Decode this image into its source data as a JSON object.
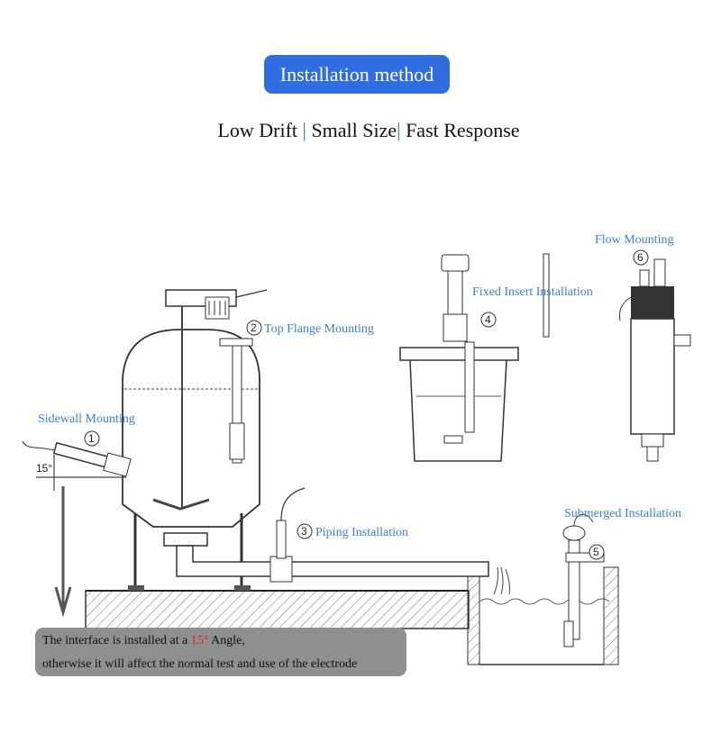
{
  "header": {
    "title": "Installation method",
    "features": [
      "Low Drift",
      "Small Size",
      "Fast Response"
    ],
    "separator": "|"
  },
  "labels": {
    "sidewall": "Sidewall Mounting",
    "top_flange": "Top Flange Mounting",
    "piping": "Piping Installation",
    "fixed_insert": "Fixed Insert Installation",
    "flow": "Flow Mounting",
    "submerged": "Submerged Installation",
    "angle": "15°"
  },
  "markers": [
    "1",
    "2",
    "3",
    "4",
    "5",
    "6"
  ],
  "note": {
    "line1_prefix": "The interface is installed at a ",
    "line1_highlight": "15°",
    "line1_suffix": " Angle,",
    "line2": "otherwise it will affect the normal test and use of the electrode"
  },
  "colors": {
    "accent": "#2f6de0",
    "label": "#3c7fd8",
    "highlight": "#e8211a",
    "note_bg": "#8f8f8f"
  }
}
